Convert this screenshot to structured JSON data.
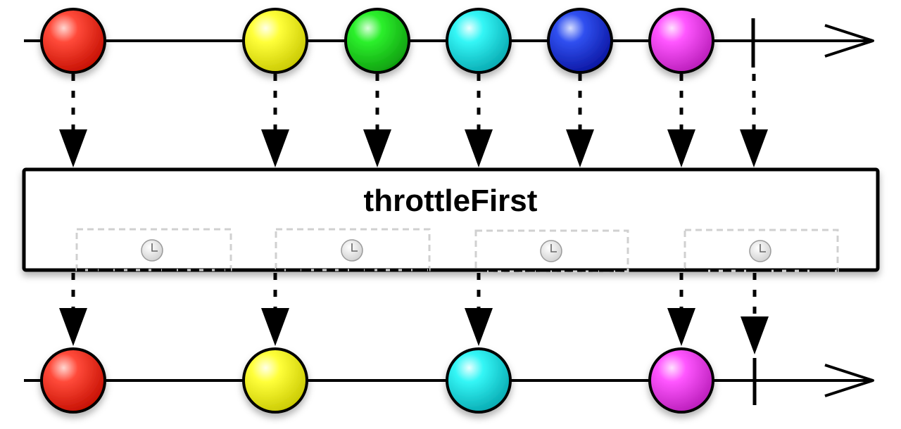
{
  "operator": {
    "label": "throttleFirst"
  },
  "colors": {
    "red": "#ff2a1a",
    "yellow": "#ffff2e",
    "green": "#26e626",
    "cyan": "#2ef0f0",
    "blue": "#2840e8",
    "magenta": "#ff4cff"
  },
  "input_stream": [
    "red",
    "yellow",
    "green",
    "cyan",
    "blue",
    "magenta"
  ],
  "output_stream": [
    "red",
    "yellow",
    "cyan",
    "magenta"
  ],
  "throttle_windows": 4,
  "icons": {
    "window": "clock-icon"
  }
}
